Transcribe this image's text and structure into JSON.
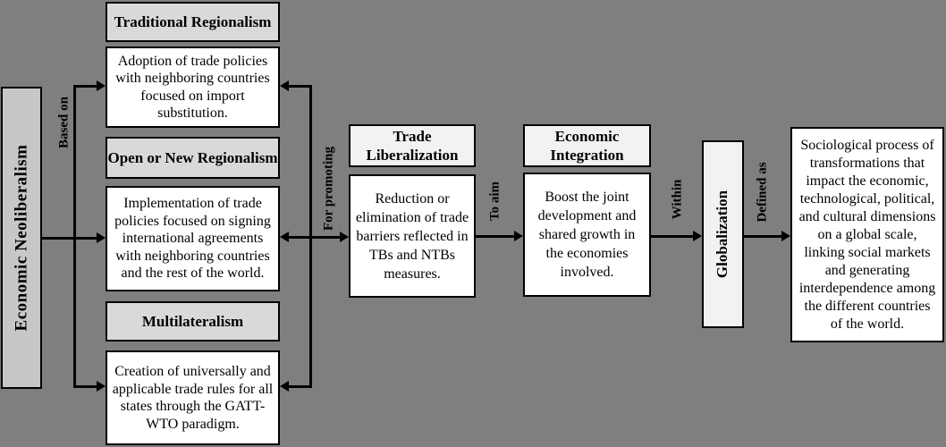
{
  "diagram": {
    "title_concept": "Economic Neoliberalism flow diagram",
    "nodes": {
      "root": "Economic Neoliberalism",
      "branches": [
        {
          "header": "Traditional Regionalism",
          "desc": "Adoption of trade policies with neighboring countries focused on import substitution."
        },
        {
          "header": "Open or New Regionalism",
          "desc": "Implementation of trade policies focused on signing international agreements with neighboring countries and the rest of the world."
        },
        {
          "header": "Multilateralism",
          "desc": "Creation of universally and applicable trade rules for all states through the GATT-WTO paradigm."
        }
      ],
      "trade_liberalization": {
        "header": "Trade Liberalization",
        "desc": "Reduction or elimination of trade barriers reflected in TBs and NTBs measures."
      },
      "economic_integration": {
        "header": "Economic Integration",
        "desc": "Boost the joint development and shared growth in the economies involved."
      },
      "globalization": "Globalization",
      "globalization_definition": "Sociological process of transformations that impact the economic, technological, political, and cultural dimensions on a global scale, linking social markets and generating interdependence among the different countries of the world."
    },
    "edge_labels": {
      "based_on": "Based on",
      "for_promoting": "For promoting",
      "to_aim": "To aim",
      "within": "Within",
      "defined_as": "Defined as"
    },
    "colors": {
      "background": "#7f7f7f",
      "root_fill": "#c7c7c7",
      "branch_header_fill": "#d9d9d9",
      "stage_header_fill": "#f2f2f2",
      "description_fill": "#ffffff",
      "line": "#000000"
    }
  }
}
